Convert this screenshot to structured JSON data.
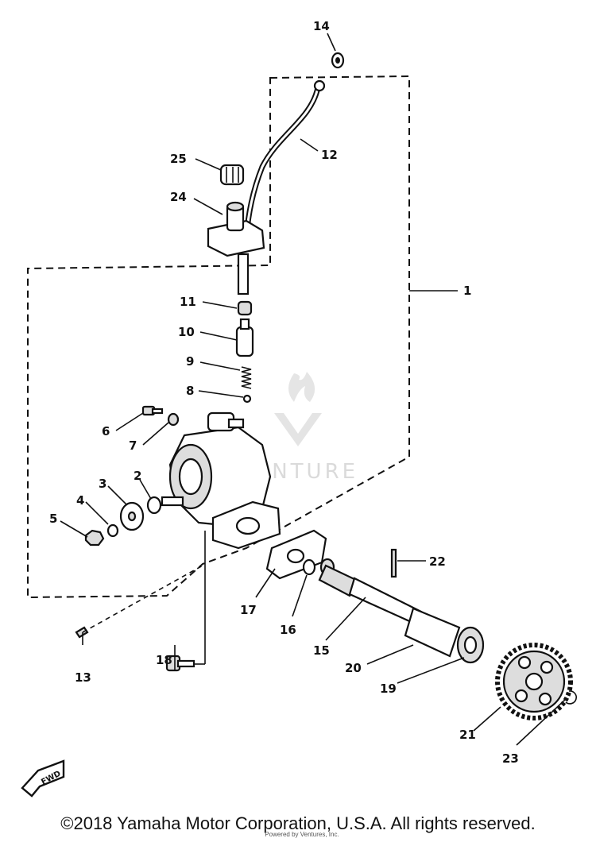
{
  "diagram": {
    "callouts": [
      "1",
      "2",
      "3",
      "4",
      "5",
      "6",
      "7",
      "8",
      "9",
      "10",
      "11",
      "12",
      "13",
      "14",
      "15",
      "16",
      "17",
      "18",
      "19",
      "20",
      "21",
      "22",
      "23",
      "24",
      "25"
    ],
    "fwd_label": "FWD",
    "watermark": "VENTURE"
  },
  "footer": {
    "copyright": "©2018 Yamaha Motor Corporation, U.S.A. All rights reserved.",
    "credit": "Powered by Ventures, Inc."
  }
}
